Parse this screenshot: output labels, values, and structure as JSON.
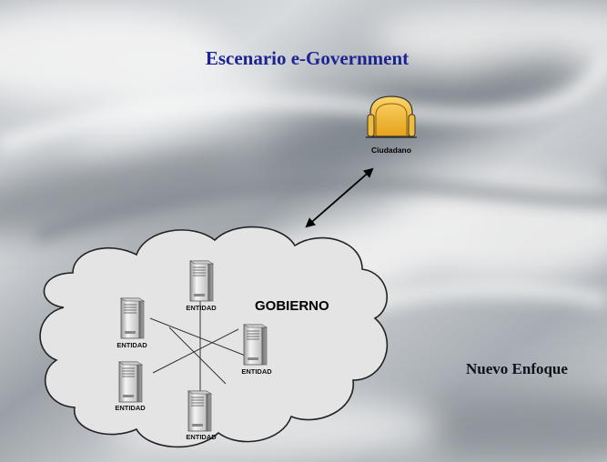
{
  "slide": {
    "title": "Escenario e-Government",
    "subtitle": "Nuevo Enfoque",
    "accent_title_color": "#1c2490"
  },
  "citizen": {
    "label": "Ciudadano",
    "icon": "user-chair-icon",
    "icon_color": "#f2b62f"
  },
  "government": {
    "label": "GOBIERNO",
    "cloud_color": "#e4e4e4",
    "entities": [
      {
        "label": "ENTIDAD"
      },
      {
        "label": "ENTIDAD"
      },
      {
        "label": "ENTIDAD"
      },
      {
        "label": "ENTIDAD"
      },
      {
        "label": "ENTIDAD"
      }
    ]
  },
  "connection": {
    "type": "double-headed-arrow",
    "from": "Ciudadano",
    "to": "GOBIERNO"
  }
}
